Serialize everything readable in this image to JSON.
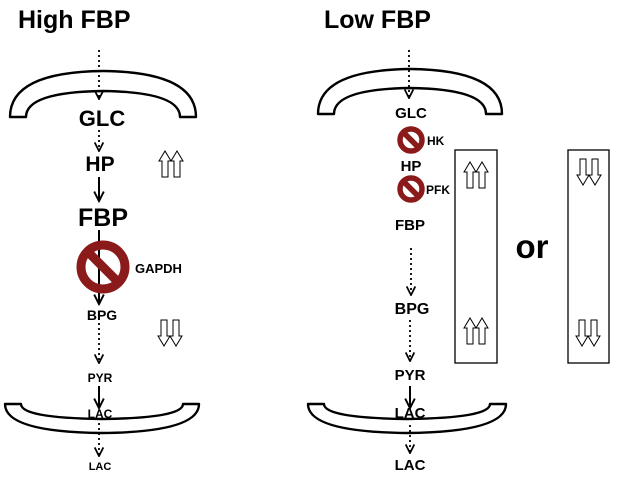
{
  "left_panel": {
    "title": "High FBP",
    "metabolites": {
      "glc": "GLC",
      "hp": "HP",
      "fbp": "FBP",
      "bpg": "BPG",
      "pyr": "PYR",
      "lac_inside": "LAC",
      "lac_outside": "LAC"
    },
    "enzyme_label": "GAPDH",
    "upper_indicator": "up",
    "lower_indicator": "down"
  },
  "right_panel": {
    "title": "Low FBP",
    "metabolites": {
      "glc": "GLC",
      "hp": "HP",
      "fbp": "FBP",
      "bpg": "BPG",
      "pyr": "PYR",
      "lac_inside": "LAC",
      "lac_outside": "LAC"
    },
    "enzyme_labels": {
      "hk": "HK",
      "pfk": "PFK"
    },
    "option_a": {
      "top": "up",
      "bottom": "up"
    },
    "option_b": {
      "top": "down",
      "bottom": "down"
    },
    "or_text": "or"
  },
  "colors": {
    "inhibit_red": "#8b1a1a",
    "line": "#000000"
  }
}
